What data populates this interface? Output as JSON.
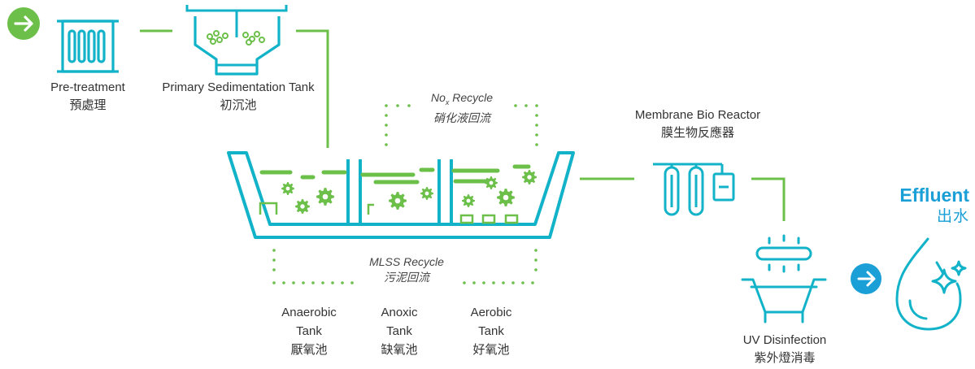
{
  "colors": {
    "green": "#6cc04a",
    "teal": "#12b3c9",
    "blue": "#1a9fd6",
    "text": "#333333"
  },
  "stages": {
    "pretreatment": {
      "en": "Pre-treatment",
      "zh": "預處理"
    },
    "primary": {
      "en": "Primary Sedimentation Tank",
      "zh": "初沉池"
    },
    "membrane": {
      "en": "Membrane Bio Reactor",
      "zh": "膜生物反應器"
    },
    "uv": {
      "en": "UV Disinfection",
      "zh": "紫外燈消毒"
    },
    "effluent": {
      "en": "Effluent",
      "zh": "出水"
    }
  },
  "tanks": {
    "anaerobic": {
      "l1": "Anaerobic",
      "l2": "Tank",
      "zh": "厭氧池"
    },
    "anoxic": {
      "l1": "Anoxic",
      "l2": "Tank",
      "zh": "缺氧池"
    },
    "aerobic": {
      "l1": "Aerobic",
      "l2": "Tank",
      "zh": "好氧池"
    }
  },
  "recycles": {
    "nox": {
      "main": "No",
      "sub": "x",
      "suffix": " Recycle",
      "zh": "硝化液回流"
    },
    "mlss": {
      "en": "MLSS Recycle",
      "zh": "污泥回流"
    }
  },
  "icons": [
    "arrow-right-circle-icon",
    "pretreatment-screen-icon",
    "sedimentation-tank-icon",
    "membrane-reactor-icon",
    "uv-lamp-icon",
    "water-drop-sparkle-icon",
    "gear-icon"
  ]
}
